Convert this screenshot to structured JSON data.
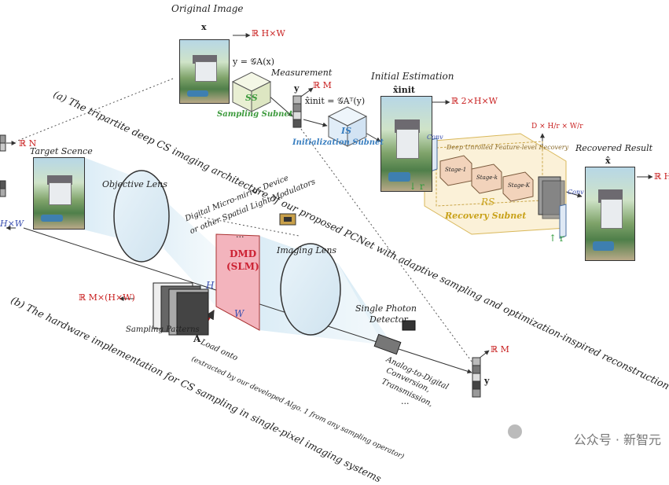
{
  "labels": {
    "original_image": "Original Image",
    "x_var": "x",
    "rhw_top": "ℝ H×W",
    "measurement_eq": "y = 𝒢A(x)",
    "measurement": "Measurement",
    "rm_top": "ℝ M",
    "y_var": "y",
    "ss": "SS",
    "sampling_subnet": "Sampling Subnet",
    "initial_estimation": "Initial Estimation",
    "xinit_var": "x̂init",
    "xinit_eq": "x̂init = 𝒢Aᵀ(y)",
    "r2hw": "ℝ 2×H×W",
    "is": "IS",
    "init_subnet": "Initialization Subnet",
    "caption_a": "(a) The tripartite deep CS imaging architecture of our proposed PCNet with adaptive sampling and optimization-inspired reconstruction",
    "rn": "ℝ N",
    "target_scene": "Target Scence",
    "hxw_left": "H×W",
    "objective_lens": "Objective Lens",
    "conv_left": "Conv",
    "dufr": "Deep Unrolled Feature-level Recovery",
    "stage1": "Stage-1",
    "stagek": "Stage-k",
    "stageK": "Stage-K",
    "rs": "RS",
    "recovery_subnet": "Recovery Subnet",
    "down_r": "↓ r",
    "up_r": "↑ r",
    "feature_dim": "D × H/r × W/r",
    "conv_right": "Conv",
    "recovered_result": "Recovered Result",
    "xhat_var": "x̂",
    "rh_right": "ℝ H",
    "dmd_device": "Digital Micro-mirror Device",
    "slm_device": "or other Spatial Light Modulators",
    "ellipsis1": "...",
    "dmd": "DMD",
    "slm": "(SLM)",
    "imaging_lens": "Imaging Lens",
    "H": "H",
    "W": "W",
    "caption_b": "(b) The hardware implementation for CS sampling in single-pixel imaging systems",
    "rmhw": "ℝ M×(H×W)",
    "sampling_patterns": "Sampling Patterns",
    "A_var": "A",
    "load_onto": "Load onto",
    "extracted_note": "(extracted by our developed Algo. 1 from any sampling operator)",
    "spd": "Single Photon",
    "detector": "Detector",
    "adc": "Analog-to-Digital",
    "conversion": "Conversion,",
    "transmission": "Transmission,",
    "ellipsis2": "...",
    "rm_bottom": "ℝ M",
    "y_bottom": "y",
    "watermark": "公众号 · 新智元"
  },
  "colors": {
    "sampling_green": "#3c9a3c",
    "init_blue": "#3a7fc0",
    "recovery_gold": "#c9a21a",
    "dmd_red": "#cc2233",
    "arrow_red": "#c81e1e",
    "arrow_green": "#2e9a3a"
  }
}
